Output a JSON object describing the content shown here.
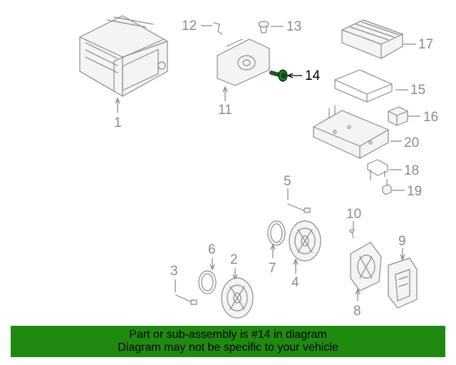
{
  "diagram": {
    "callouts": [
      {
        "id": "1",
        "text": "1"
      },
      {
        "id": "2",
        "text": "2"
      },
      {
        "id": "3",
        "text": "3"
      },
      {
        "id": "4",
        "text": "4"
      },
      {
        "id": "5",
        "text": "5"
      },
      {
        "id": "6",
        "text": "6"
      },
      {
        "id": "7",
        "text": "7"
      },
      {
        "id": "8",
        "text": "8"
      },
      {
        "id": "9",
        "text": "9"
      },
      {
        "id": "10",
        "text": "10"
      },
      {
        "id": "11",
        "text": "11"
      },
      {
        "id": "12",
        "text": "12"
      },
      {
        "id": "13",
        "text": "13"
      },
      {
        "id": "14",
        "text": "14"
      },
      {
        "id": "15",
        "text": "15"
      },
      {
        "id": "16",
        "text": "16"
      },
      {
        "id": "17",
        "text": "17"
      },
      {
        "id": "18",
        "text": "18"
      },
      {
        "id": "19",
        "text": "19"
      },
      {
        "id": "20",
        "text": "20"
      }
    ],
    "highlighted_part": "14",
    "highlight_color": "#000000",
    "part_color": "#8a8a8a",
    "part_14_color": "#1a7a2a"
  },
  "banner": {
    "line1": "Part or sub-assembly is #14 in diagram",
    "line2": "Diagram may not be specific to your vehicle",
    "background": "#1f8a0f"
  }
}
